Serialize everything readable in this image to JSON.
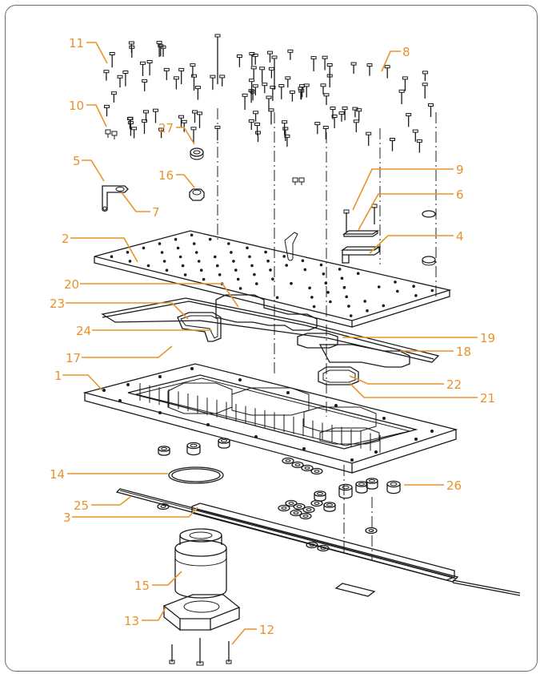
{
  "diagram": {
    "type": "exploded-assembly-drawing",
    "colors": {
      "callout": "#e8922a",
      "line": "#1a1a1a",
      "border": "#6b6b6b",
      "background": "#ffffff"
    },
    "callouts": [
      {
        "id": "c11",
        "text": "11",
        "part": "screws-top-left"
      },
      {
        "id": "c8",
        "text": "8",
        "part": "screws-top-right"
      },
      {
        "id": "c10",
        "text": "10",
        "part": "small-screws"
      },
      {
        "id": "c27",
        "text": "27",
        "part": "washer-ring"
      },
      {
        "id": "c16",
        "text": "16",
        "part": "nut"
      },
      {
        "id": "c5",
        "text": "5",
        "part": "bracket"
      },
      {
        "id": "c7",
        "text": "7",
        "part": "bracket-tab"
      },
      {
        "id": "c9",
        "text": "9",
        "part": "pins"
      },
      {
        "id": "c6",
        "text": "6",
        "part": "clip-plate"
      },
      {
        "id": "c4",
        "text": "4",
        "part": "clip-bracket"
      },
      {
        "id": "c2",
        "text": "2",
        "part": "cover-plate"
      },
      {
        "id": "c20",
        "text": "20",
        "part": "gasket-upper"
      },
      {
        "id": "c23",
        "text": "23",
        "part": "gasket-outer"
      },
      {
        "id": "c19",
        "text": "19",
        "part": "gasket-loop"
      },
      {
        "id": "c24",
        "text": "24",
        "part": "gasket-inner"
      },
      {
        "id": "c18",
        "text": "18",
        "part": "gasket-right"
      },
      {
        "id": "c17",
        "text": "17",
        "part": "gasket-frame"
      },
      {
        "id": "c22",
        "text": "22",
        "part": "gasket-small"
      },
      {
        "id": "c1",
        "text": "1",
        "part": "base-housing"
      },
      {
        "id": "c21",
        "text": "21",
        "part": "gasket-small-inner"
      },
      {
        "id": "c14",
        "text": "14",
        "part": "o-ring"
      },
      {
        "id": "c26",
        "text": "26",
        "part": "fittings"
      },
      {
        "id": "c25",
        "text": "25",
        "part": "cable-strip"
      },
      {
        "id": "c3",
        "text": "3",
        "part": "rail"
      },
      {
        "id": "c15",
        "text": "15",
        "part": "pump"
      },
      {
        "id": "c13",
        "text": "13",
        "part": "pump-mount"
      },
      {
        "id": "c12",
        "text": "12",
        "part": "mount-screws"
      }
    ]
  }
}
